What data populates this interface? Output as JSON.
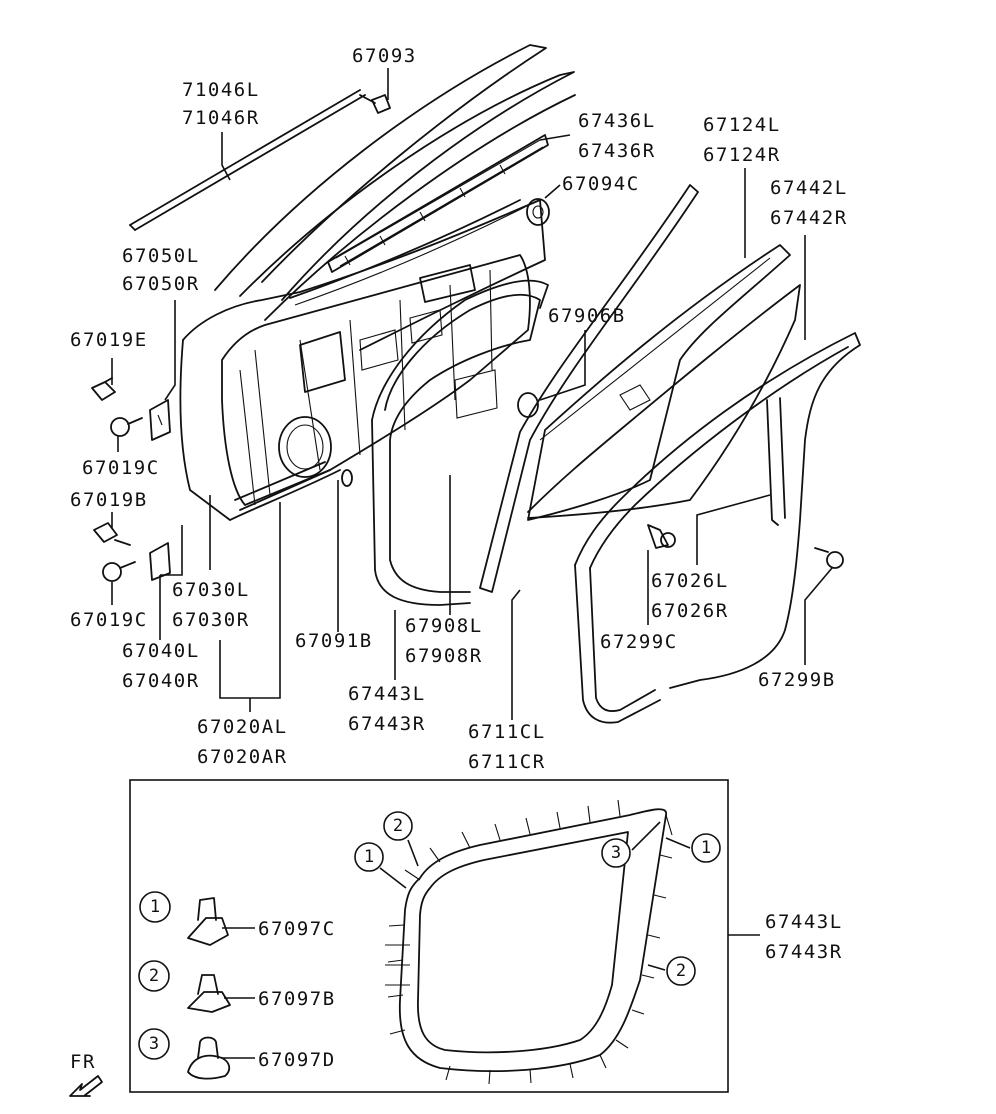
{
  "labels": {
    "p71046l": "71046L",
    "p71046r": "71046R",
    "p67093": "67093",
    "p67436l": "67436L",
    "p67436r": "67436R",
    "p67094c": "67094C",
    "p67124l": "67124L",
    "p67124r": "67124R",
    "p67442l": "67442L",
    "p67442r": "67442R",
    "p67050l": "67050L",
    "p67050r": "67050R",
    "p67019e": "67019E",
    "p67019c_a": "67019C",
    "p67019b": "67019B",
    "p67019c_b": "67019C",
    "p67906b": "67906B",
    "p67030l": "67030L",
    "p67030r": "67030R",
    "p67040l": "67040L",
    "p67040r": "67040R",
    "p67091b": "67091B",
    "p67908l": "67908L",
    "p67908r": "67908R",
    "p67026l": "67026L",
    "p67026r": "67026R",
    "p67299c": "67299C",
    "p67299b": "67299B",
    "p67443l_top": "67443L",
    "p67443r_top": "67443R",
    "p6711cl": "6711CL",
    "p6711cr": "6711CR",
    "p67020al": "67020AL",
    "p67020ar": "67020AR",
    "p67443l_inset": "67443L",
    "p67443r_inset": "67443R",
    "p67097c": "67097C",
    "p67097b": "67097B",
    "p67097d": "67097D",
    "front_arrow": "FR"
  },
  "callouts": {
    "c1_top_left": "1",
    "c2_top": "2",
    "c3_corner": "3",
    "c1_top_right": "1",
    "c2_right": "2",
    "c1_legend": "1",
    "c2_legend": "2",
    "c3_legend": "3"
  }
}
